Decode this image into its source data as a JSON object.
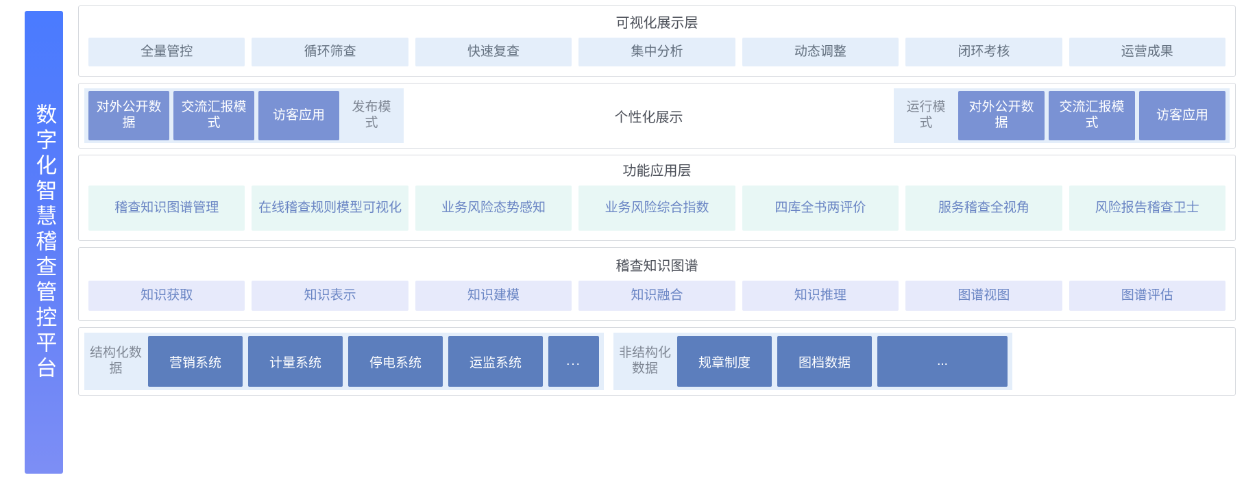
{
  "banner": {
    "title": "数字化智慧稽查管控平台",
    "gradient_from": "#4a7bff",
    "gradient_to": "#7d8ef5"
  },
  "rows": {
    "visualization": {
      "title": "可视化展示层",
      "chip_bg": "#e4eefa",
      "chip_fg": "#63707f",
      "chips": [
        "全量管控",
        "循环筛查",
        "快速复查",
        "集中分析",
        "动态调整",
        "闭环考核",
        "运营成果"
      ]
    },
    "personalized": {
      "center_label": "个性化展示",
      "group_bg": "#e4eefa",
      "solid_bg": "#7a92d4",
      "left_group": [
        {
          "label": "对外公开数据",
          "style": "solid"
        },
        {
          "label": "交流汇报模式",
          "style": "solid"
        },
        {
          "label": "访客应用",
          "style": "solid"
        },
        {
          "label": "发布模式",
          "style": "ghost"
        }
      ],
      "right_group": [
        {
          "label": "运行模式",
          "style": "ghost"
        },
        {
          "label": "对外公开数据",
          "style": "solid"
        },
        {
          "label": "交流汇报模式",
          "style": "solid"
        },
        {
          "label": "访客应用",
          "style": "solid"
        }
      ]
    },
    "functional": {
      "title": "功能应用层",
      "chip_bg": "#e8f7f5",
      "chip_fg": "#6a85c4",
      "chips": [
        "稽查知识图谱管理",
        "在线稽查规则模型可视化",
        "业务风险态势感知",
        "业务风险综合指数",
        "四库全书两评价",
        "服务稽查全视角",
        "风险报告稽查卫士"
      ]
    },
    "knowledge_graph": {
      "title": "稽查知识图谱",
      "chip_bg": "#e7eafb",
      "chip_fg": "#6a85c4",
      "chips": [
        "知识获取",
        "知识表示",
        "知识建模",
        "知识融合",
        "知识推理",
        "图谱视图",
        "图谱评估"
      ]
    },
    "data_layer": {
      "group_bg": "#e4eefa",
      "chip_bg": "#5c7ebd",
      "structured": {
        "label": "结构化数据",
        "chips": [
          "营销系统",
          "计量系统",
          "停电系统",
          "运监系统",
          "..."
        ]
      },
      "unstructured": {
        "label": "非结构化数据",
        "chips": [
          "规章制度",
          "图档数据",
          "..."
        ]
      }
    }
  }
}
